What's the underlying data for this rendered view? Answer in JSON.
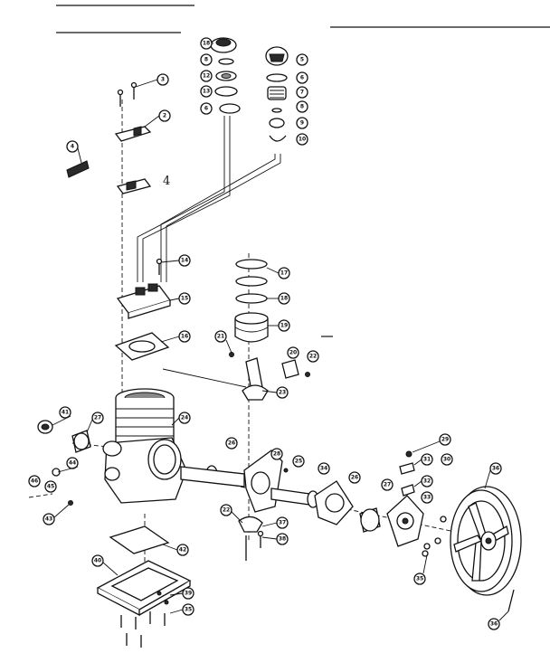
{
  "callouts": [
    {
      "id": "c1",
      "label": "18"
    },
    {
      "id": "c2",
      "label": "8"
    },
    {
      "id": "c3",
      "label": "12"
    },
    {
      "id": "c4",
      "label": "13"
    },
    {
      "id": "c5",
      "label": "6"
    },
    {
      "id": "c6",
      "label": "5"
    },
    {
      "id": "c7",
      "label": "6"
    },
    {
      "id": "c8",
      "label": "7"
    },
    {
      "id": "c9",
      "label": "8"
    },
    {
      "id": "c10",
      "label": "9"
    },
    {
      "id": "c11",
      "label": "10"
    },
    {
      "id": "c12",
      "label": "3"
    },
    {
      "id": "c13",
      "label": "2"
    },
    {
      "id": "c14",
      "label": "4"
    },
    {
      "id": "c15",
      "label": "14"
    },
    {
      "id": "c16",
      "label": "15"
    },
    {
      "id": "c17",
      "label": "16"
    },
    {
      "id": "c18",
      "label": "17"
    },
    {
      "id": "c19",
      "label": "18"
    },
    {
      "id": "c20",
      "label": "19"
    },
    {
      "id": "c21",
      "label": "21"
    },
    {
      "id": "c22",
      "label": "20"
    },
    {
      "id": "c23",
      "label": "22"
    },
    {
      "id": "c24",
      "label": "23"
    },
    {
      "id": "c25",
      "label": "41"
    },
    {
      "id": "c26",
      "label": "27"
    },
    {
      "id": "c27",
      "label": "24"
    },
    {
      "id": "c28",
      "label": "26"
    },
    {
      "id": "c29",
      "label": "28"
    },
    {
      "id": "c30",
      "label": "25"
    },
    {
      "id": "c31",
      "label": "34"
    },
    {
      "id": "c32",
      "label": "26"
    },
    {
      "id": "c33",
      "label": "27"
    },
    {
      "id": "c34",
      "label": "29"
    },
    {
      "id": "c35",
      "label": "31"
    },
    {
      "id": "c36",
      "label": "30"
    },
    {
      "id": "c37",
      "label": "32"
    },
    {
      "id": "c38",
      "label": "33"
    },
    {
      "id": "c39",
      "label": "36"
    },
    {
      "id": "c40",
      "label": "44"
    },
    {
      "id": "c41",
      "label": "46"
    },
    {
      "id": "c42",
      "label": "45"
    },
    {
      "id": "c43",
      "label": "43"
    },
    {
      "id": "c44",
      "label": "22"
    },
    {
      "id": "c45",
      "label": "37"
    },
    {
      "id": "c46",
      "label": "38"
    },
    {
      "id": "c47",
      "label": "42"
    },
    {
      "id": "c48",
      "label": "40"
    },
    {
      "id": "c49",
      "label": "39"
    },
    {
      "id": "c50",
      "label": "35"
    },
    {
      "id": "c51",
      "label": "35"
    },
    {
      "id": "c52",
      "label": "36"
    }
  ],
  "annotations": {
    "handwritten_note": "4"
  }
}
